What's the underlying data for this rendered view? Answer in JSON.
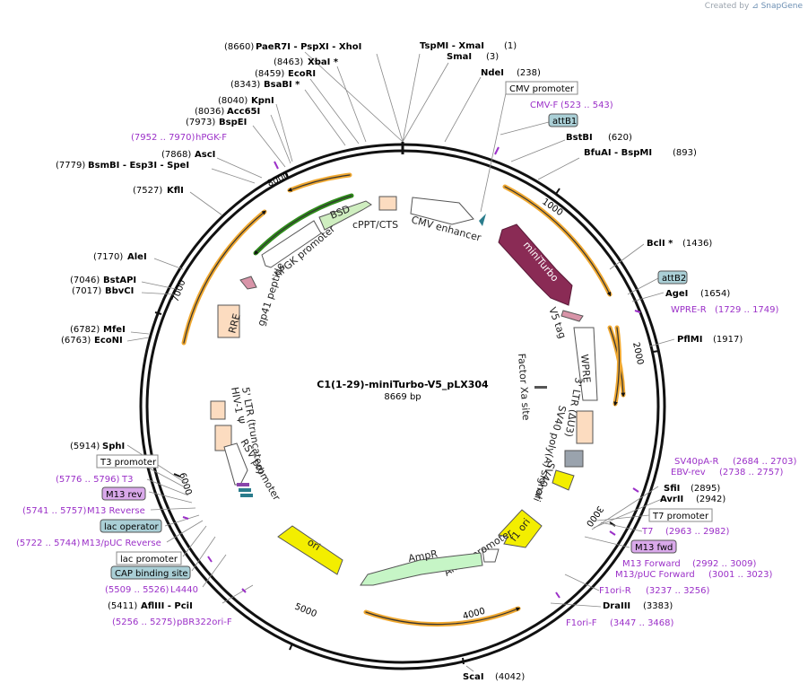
{
  "credit": {
    "prefix": "Created by",
    "brand": "SnapGene"
  },
  "plasmid": {
    "name": "C1(1-29)-miniTurbo-V5_pLX304",
    "length_label": "8669 bp"
  },
  "colors": {
    "primer": "#9b30c8",
    "orf": "#f0a830",
    "backbone": "#111111",
    "miniTurbo": "#8a2b55",
    "bsd": "#2e8b1a",
    "bsd_fill": "#cfeec0",
    "ampr_fill": "#c6f5c6",
    "ori": "#f3ee00",
    "feature_box": "#fcdcc0",
    "blue_box": "#aacfd6",
    "purple_box": "#d9a9ea"
  },
  "ticks": [
    "1000",
    "2000",
    "3000",
    "4000",
    "5000",
    "6000",
    "7000",
    "8000"
  ],
  "enzymes": {
    "paer7i": {
      "pos": "(8660)",
      "name": "PaeR7I  - PspXI  - XhoI"
    },
    "tspmi": {
      "name": "TspMI  - XmaI",
      "pos": "(1)"
    },
    "smai": {
      "name": "SmaI",
      "pos": "(3)"
    },
    "ndei": {
      "name": "NdeI",
      "pos": "(238)"
    },
    "xbai": {
      "pos": "(8463)",
      "name": "XbaI *"
    },
    "ecori": {
      "pos": "(8459)",
      "name": "EcoRI"
    },
    "bsabi": {
      "pos": "(8343)",
      "name": "BsaBI *"
    },
    "kpni": {
      "pos": "(8040)",
      "name": "KpnI"
    },
    "acc65i": {
      "pos": "(8036)",
      "name": "Acc65I"
    },
    "bspei": {
      "pos": "(7973)",
      "name": "BspEI"
    },
    "asci": {
      "pos": "(7868)",
      "name": "AscI"
    },
    "bsmbi": {
      "pos": "(7779)",
      "name": "BsmBI  - Esp3I  - SpeI"
    },
    "kfli": {
      "pos": "(7527)",
      "name": "KflI"
    },
    "alei": {
      "pos": "(7170)",
      "name": "AleI"
    },
    "bstapi": {
      "pos": "(7046)",
      "name": "BstAPI"
    },
    "bbvci": {
      "pos": "(7017)",
      "name": "BbvCI"
    },
    "mfei": {
      "pos": "(6782)",
      "name": "MfeI"
    },
    "econi": {
      "pos": "(6763)",
      "name": "EcoNI"
    },
    "sphi": {
      "pos": "(5914)",
      "name": "SphI"
    },
    "afliii": {
      "pos": "(5411)",
      "name": "AflIII  - PciI"
    },
    "bstbi": {
      "name": "BstBI",
      "pos": "(620)"
    },
    "bfuai": {
      "name": "BfuAI  - BspMI",
      "pos": "(893)"
    },
    "bcli": {
      "name": "BclI *",
      "pos": "(1436)"
    },
    "agei": {
      "name": "AgeI",
      "pos": "(1654)"
    },
    "pflmi": {
      "name": "PflMI",
      "pos": "(1917)"
    },
    "sfii": {
      "name": "SfiI",
      "pos": "(2895)"
    },
    "avrii": {
      "name": "AvrII",
      "pos": "(2942)"
    },
    "draiii": {
      "name": "DraIII",
      "pos": "(3383)"
    },
    "scai": {
      "name": "ScaI",
      "pos": "(4042)"
    }
  },
  "primers": {
    "hpgkf": {
      "pos": "(7952 .. 7970)",
      "name": "hPGK-F"
    },
    "cmvf": {
      "name": "CMV-F",
      "pos": "(523 .. 543)"
    },
    "wprer": {
      "name": "WPRE-R",
      "pos": "(1729 .. 1749)"
    },
    "sv40par": {
      "name": "SV40pA-R",
      "pos": "(2684 .. 2703)"
    },
    "ebvrev": {
      "name": "EBV-rev",
      "pos": "(2738 .. 2757)"
    },
    "t7": {
      "name": "T7",
      "pos": "(2963 .. 2982)"
    },
    "m13fwd": {
      "name": "M13 Forward",
      "pos": "(2992 .. 3009)"
    },
    "m13pucfwd": {
      "name": "M13/pUC Forward",
      "pos": "(3001 .. 3023)"
    },
    "f1orir": {
      "name": "F1ori-R",
      "pos": "(3237 .. 3256)"
    },
    "f1orif": {
      "name": "F1ori-F",
      "pos": "(3447 .. 3468)"
    },
    "t3": {
      "pos": "(5776 .. 5796)",
      "name": "T3"
    },
    "m13rev": {
      "pos": "(5741 .. 5757)",
      "name": "M13 Reverse"
    },
    "m13pucrev": {
      "pos": "(5722 .. 5744)",
      "name": "M13/pUC Reverse"
    },
    "l4440": {
      "pos": "(5509 .. 5526)",
      "name": "L4440"
    },
    "pbr322": {
      "pos": "(5256 .. 5275)",
      "name": "pBR322ori-F"
    }
  },
  "boxed_labels": {
    "cmv_promoter": "CMV promoter",
    "attb1": "attB1",
    "attb2": "attB2",
    "t7_promoter_r": "T7 promoter",
    "m13_fwd": "M13 fwd",
    "t3_promoter": "T3 promoter",
    "m13_rev": "M13 rev",
    "lac_operator": "lac operator",
    "lac_promoter": "lac promoter",
    "cap_site": "CAP binding site"
  },
  "features": {
    "cmv_enhancer": "CMV enhancer",
    "cppt": "cPPT/CTS",
    "bsd": "BSD",
    "hpgk": "hPGK promoter",
    "gp41": "gp41 peptide",
    "rre": "RRE",
    "miniturbo": "miniTurbo",
    "v5": "V5 tag",
    "wpre": "WPRE",
    "factorxa": "Factor Xa site",
    "ltr3": "3' LTR (ΔU3)",
    "sv40pa": "SV40 poly(A) signal",
    "sv40ori": "SV40 ori",
    "f1ori": "f1 ori",
    "ampr_promoter": "AmpR promoter",
    "ampr": "AmpR",
    "ori": "ori",
    "ltr5": "5' LTR (truncated)",
    "hiv_psi": "HIV-1 Ψ",
    "rsv": "RSV promoter"
  }
}
